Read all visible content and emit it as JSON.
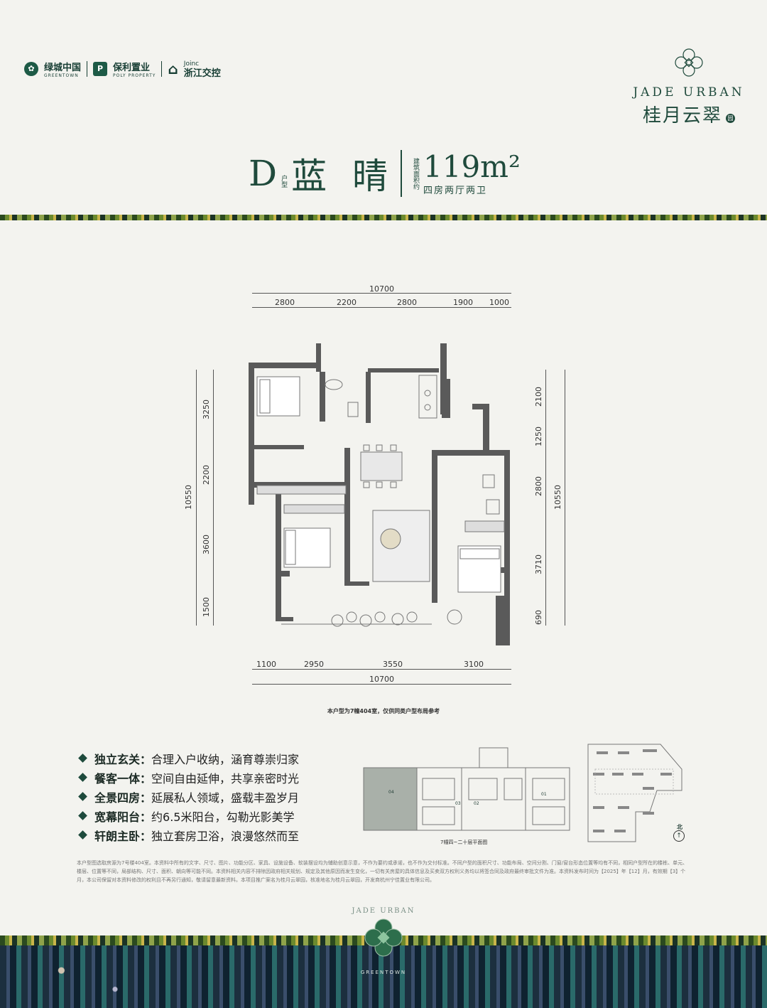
{
  "brand": {
    "logo1": "绿城中国",
    "logo1_sub": "GREENTOWN",
    "logo2": "保利置业",
    "logo2_sub": "POLY PROPERTY",
    "logo3_top": "Joinc",
    "logo3": "浙江交控"
  },
  "project": {
    "name_en": "JADE URBAN",
    "name_cn": "桂月云翠",
    "seal": "园"
  },
  "title": {
    "letter": "D",
    "small_label": "户型",
    "name": "蓝 晴",
    "area_label": "建筑面积约",
    "area": "119m²",
    "layout": "四房两厅两卫"
  },
  "plan": {
    "top_total": "10700",
    "top_dims": [
      "2800",
      "2200",
      "2800",
      "1900",
      "1000"
    ],
    "bottom_dims": [
      "1100",
      "2950",
      "3550",
      "3100"
    ],
    "bottom_total": "10700",
    "left_total": "10550",
    "left_dims": [
      "3250",
      "2200",
      "3600",
      "1500"
    ],
    "right_total": "10550",
    "right_dims": [
      "2100",
      "1250",
      "2800",
      "3710",
      "690"
    ],
    "note": "本户型为7幢404室，仅供同类户型布局参考"
  },
  "features": [
    {
      "key": "独立玄关：",
      "value": "合理入户收纳，涵育尊崇归家"
    },
    {
      "key": "餐客一体：",
      "value": "空间自由延伸，共享亲密时光"
    },
    {
      "key": "全景四房：",
      "value": "延展私人领域，盛载丰盈岁月"
    },
    {
      "key": "宽幕阳台：",
      "value": "约6.5米阳台，勾勒光影美学"
    },
    {
      "key": "轩朗主卧：",
      "value": "独立套房卫浴，浪漫悠然而至"
    }
  ],
  "key_plan": {
    "caption": "7幢四~二十层平面图",
    "unit_labels": [
      "04",
      "03",
      "02",
      "01"
    ]
  },
  "site_plan": {
    "north": "北"
  },
  "disclaimer": "本户型图选取房源为7号楼404室。本资料中所有的文字、尺寸、图片、功能分区、家具、设施设备、软装摆设均为辅助创意示意，不作为要约或承诺，也不作为交付标准。不同户型的面积尺寸、功能布局、空间分割、门窗/窗台形态位置等均有不同，相同户型所在的楼栋、单元、楼层、位置等不同，局部结构、尺寸、面积、朝向等可能不同。本资料相关内容不排除因政府相关规划、规定及其他原因而发生变化，一切有关房屋的具体信息及买卖双方权利义务均以将签合同及政府最终审批文件为准。本资料发布时间为【2025】年【12】月，有效期【3】个月，本公司保留对本资料修改的权利且不再另行通知，敬请留意最新资料。本项目推广案名为桂月云翠园，核准地名为桂月云翠园，开发商杭州宁佳置业有限公司。",
  "footer": {
    "arc": "JADE URBAN",
    "brand": "GREENTOWN"
  },
  "colors": {
    "primary": "#1f4a3c",
    "background": "#f3f3ef",
    "wall": "#555555"
  }
}
